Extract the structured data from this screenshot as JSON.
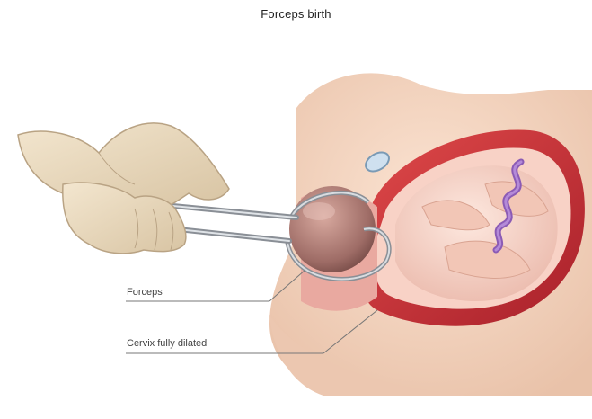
{
  "diagram": {
    "title": "Forceps birth",
    "labels": {
      "forceps": "Forceps",
      "cervix": "Cervix fully dilated"
    }
  }
}
